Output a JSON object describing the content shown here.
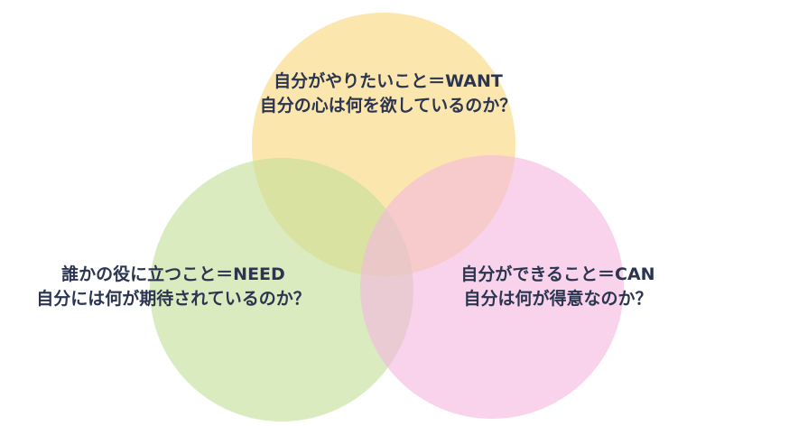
{
  "diagram": {
    "circles": [
      {
        "id": "want",
        "line1": "自分がやりたいこと＝WANT",
        "line2": "自分の心は何を欲しているのか？",
        "color": "#f9d67c"
      },
      {
        "id": "need",
        "line1": "誰かの役に立つこと＝NEED",
        "line2": "自分には何が期待されているのか？",
        "color": "#c4df9a"
      },
      {
        "id": "can",
        "line1": "自分ができること＝CAN",
        "line2": "自分は何が得意なのか？",
        "color": "#f3b8df"
      }
    ],
    "text_color": "#2b3550"
  }
}
